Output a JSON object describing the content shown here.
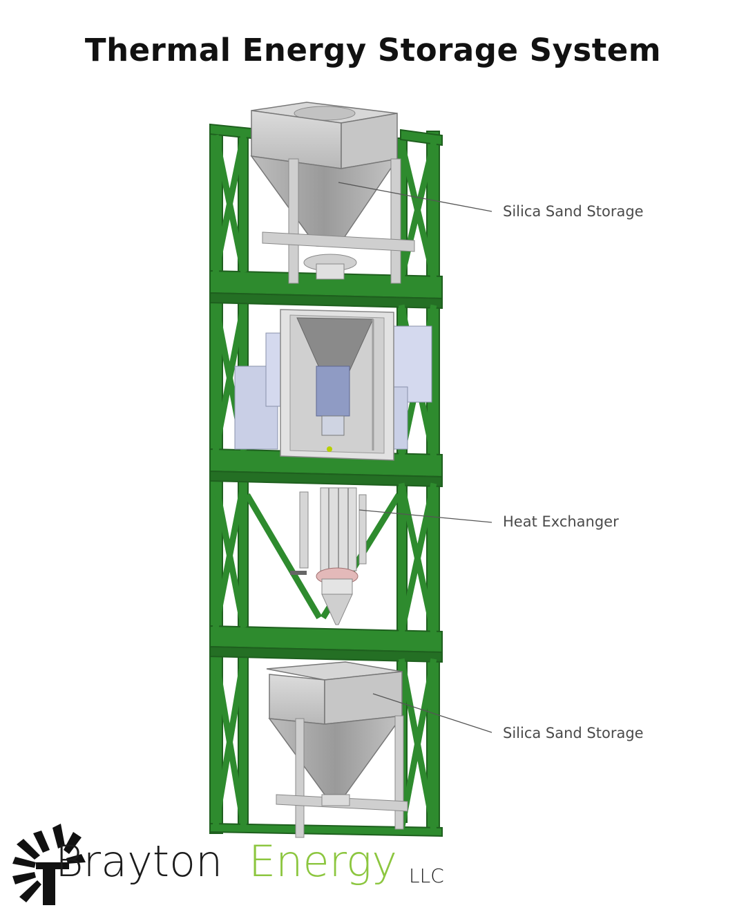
{
  "title": "Thermal Energy Storage System",
  "callouts": [
    {
      "label": "Silica Sand Storage"
    },
    {
      "label": "Heat Exchanger"
    },
    {
      "label": "Silica Sand Storage"
    }
  ],
  "logo": {
    "word1": "Brayton",
    "word2": "Energy",
    "suffix": "LLC",
    "word1_color": "#1b1b1b",
    "word2_color": "#8cc63f"
  },
  "colors": {
    "frame_green": "#2e8b2e",
    "frame_dark": "#1e5f1e",
    "hopper_gray": "#a9a9a9",
    "module_blue": "#c9cfe6"
  }
}
